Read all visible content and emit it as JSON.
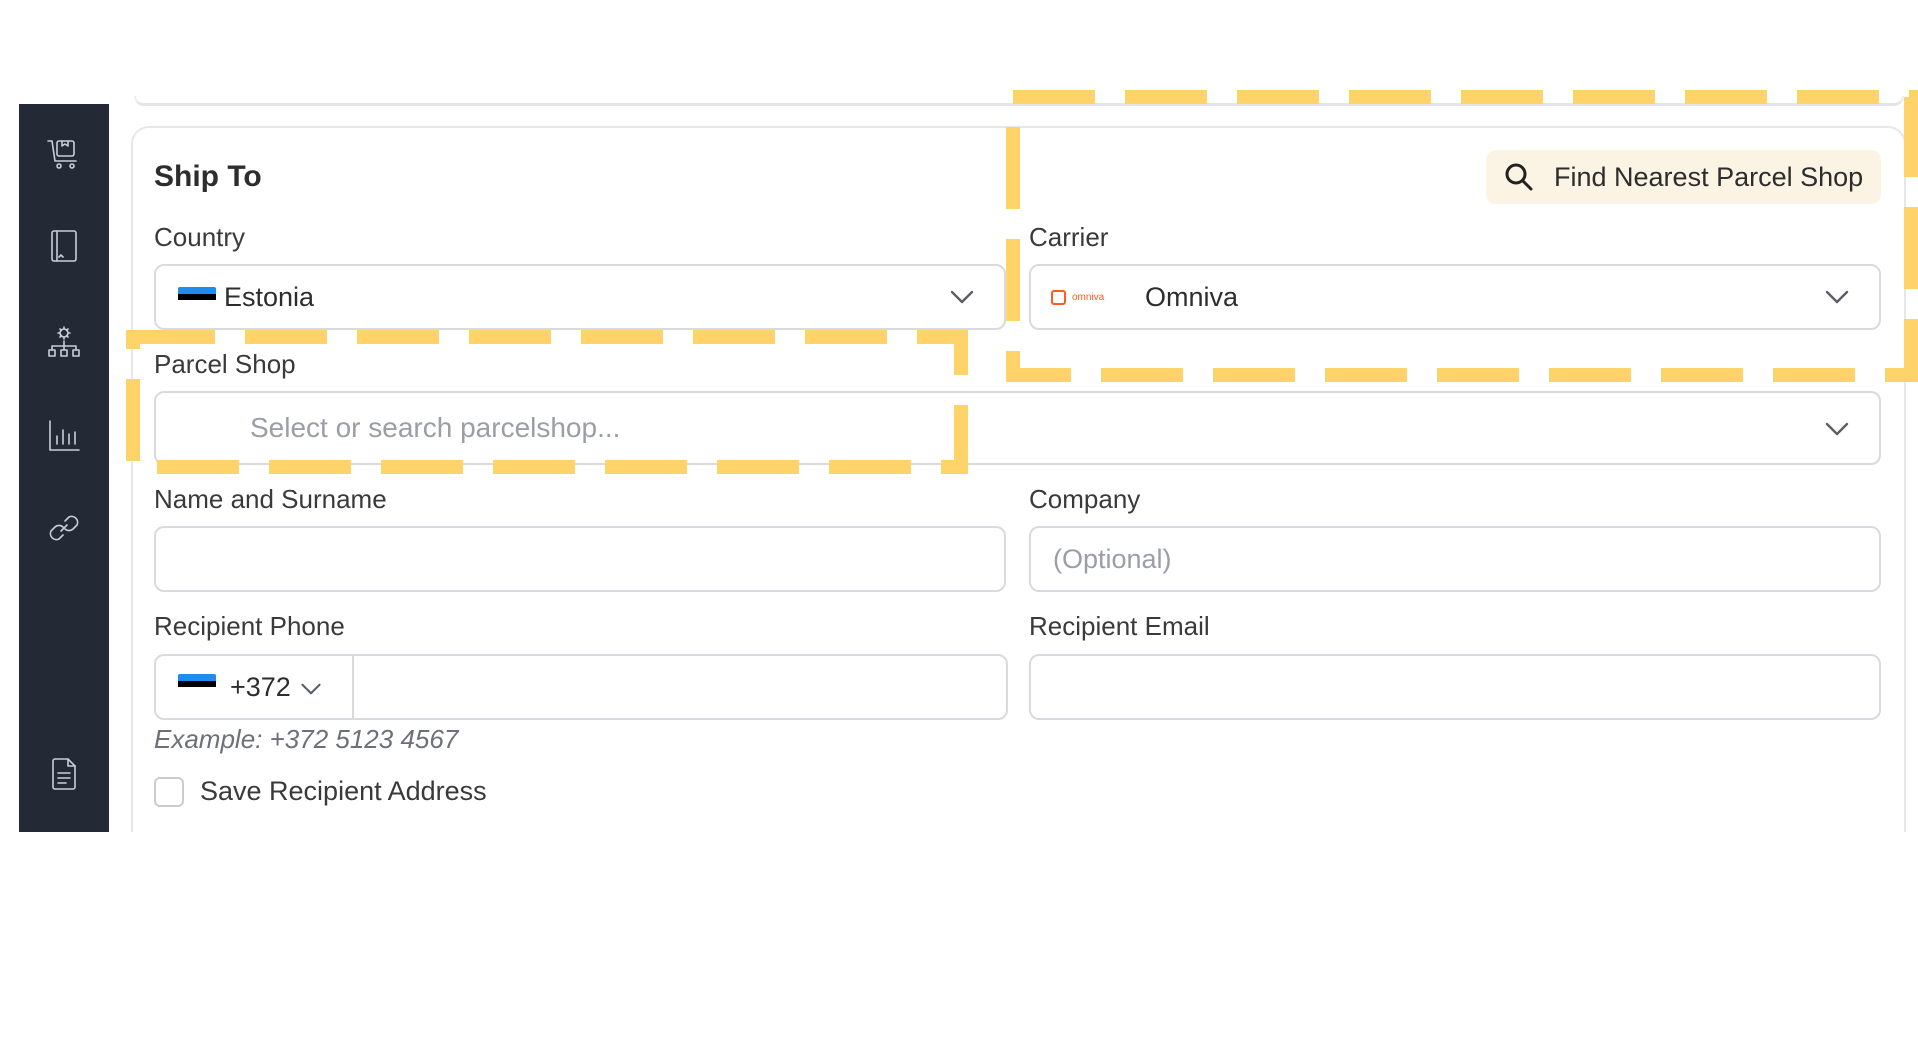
{
  "sidebar": {
    "items": [
      {
        "icon": "cart-package-icon"
      },
      {
        "icon": "book-icon"
      },
      {
        "icon": "org-chart-icon"
      },
      {
        "icon": "bar-chart-icon"
      },
      {
        "icon": "link-icon"
      },
      {
        "icon": "document-icon"
      }
    ]
  },
  "form": {
    "title": "Ship To",
    "find_button_label": "Find Nearest Parcel Shop",
    "country": {
      "label": "Country",
      "value": "Estonia",
      "flag": "EE"
    },
    "carrier": {
      "label": "Carrier",
      "value": "Omniva",
      "logo_text": "omniva"
    },
    "parcel_shop": {
      "label": "Parcel Shop",
      "placeholder": "Select or search parcelshop..."
    },
    "name": {
      "label": "Name and Surname",
      "value": ""
    },
    "company": {
      "label": "Company",
      "placeholder": "(Optional)"
    },
    "phone": {
      "label": "Recipient Phone",
      "prefix": "+372",
      "value": "",
      "hint": "Example: +372 5123 4567"
    },
    "email": {
      "label": "Recipient Email",
      "value": ""
    },
    "save_address_label": "Save Recipient Address",
    "save_address_checked": false
  },
  "colors": {
    "sidebar_bg": "#232a36",
    "highlight": "#fdd36a",
    "omniva_orange": "#ff5a1f",
    "find_button_bg": "#fbf4e4"
  }
}
